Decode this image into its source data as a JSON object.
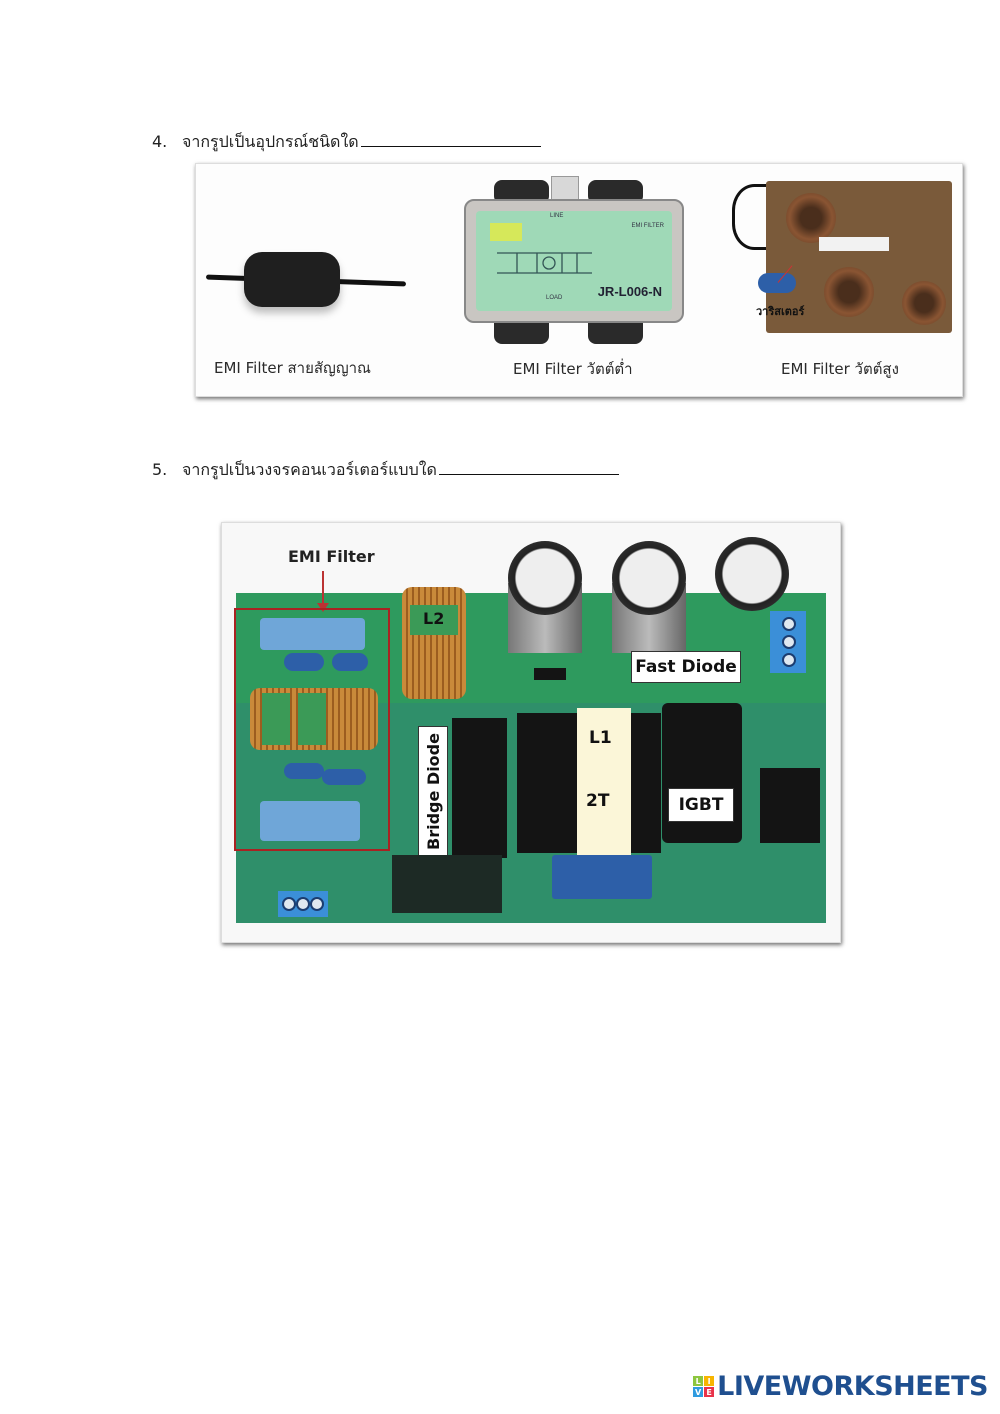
{
  "questions": [
    {
      "number": "4.",
      "text": "จากรูปเป็นอุปกรณ์ชนิดใด",
      "answer": ""
    },
    {
      "number": "5.",
      "text": "จากรูปเป็นวงจรคอนเวอร์เตอร์แบบใด",
      "answer": ""
    }
  ],
  "figure1": {
    "captions": [
      "EMI Filter สายสัญญาณ",
      "EMI Filter วัตต์ต่ำ",
      "EMI Filter วัตต์สูง"
    ],
    "annotation": "วาริสเตอร์",
    "device_labels": {
      "model": "JR-L006-N",
      "emi_filter": "EMI FILTER",
      "line": "LINE",
      "load": "LOAD"
    }
  },
  "figure2": {
    "labels": {
      "emi_filter": "EMI Filter",
      "l2": "L2",
      "fast_diode": "Fast Diode",
      "bridge_diode": "Bridge Diode",
      "l1": "L1",
      "two_t": "2T",
      "igbt": "IGBT"
    },
    "colors": {
      "highlight_box": "#aa2222",
      "board": "#2e9a5e"
    }
  },
  "branding": {
    "logo_text": "LIVEWORKSHEETS",
    "logo_letters": [
      "L",
      "I",
      "V",
      "E"
    ],
    "logo_colors": [
      "#8dc63f",
      "#f7b500",
      "#2f9be0",
      "#e8334a"
    ]
  }
}
